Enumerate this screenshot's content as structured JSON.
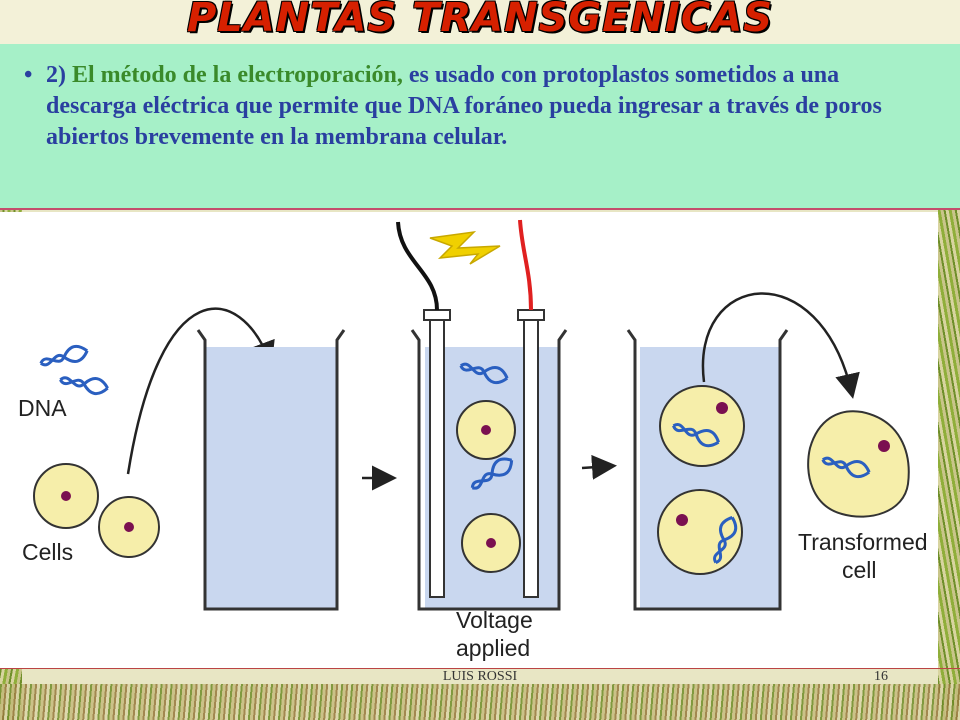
{
  "slide": {
    "title": "PLANTAS TRANSGENICAS",
    "bullet": {
      "number": "2)",
      "method": "El método de la electroporación,",
      "text": "es usado con protoplastos sometidos a una descarga eléctrica que permite que DNA foráneo pueda ingresar a través de poros abiertos brevemente en la membrana celular."
    },
    "footer": {
      "author": "LUIS ROSSI",
      "page": "16"
    }
  },
  "diagram": {
    "labels": {
      "dna": "DNA",
      "cells": "Cells",
      "voltage_line1": "Voltage",
      "voltage_line2": "applied",
      "transformed_line1": "Transformed",
      "transformed_line2": "cell"
    },
    "colors": {
      "solution": "#c9d7ef",
      "cell_fill": "#f6eeaa",
      "cell_nucleus": "#7a1050",
      "dna": "#2a5fc0",
      "bolt": "#f0d000",
      "wire_red": "#e02020",
      "wire_black": "#111111"
    }
  }
}
